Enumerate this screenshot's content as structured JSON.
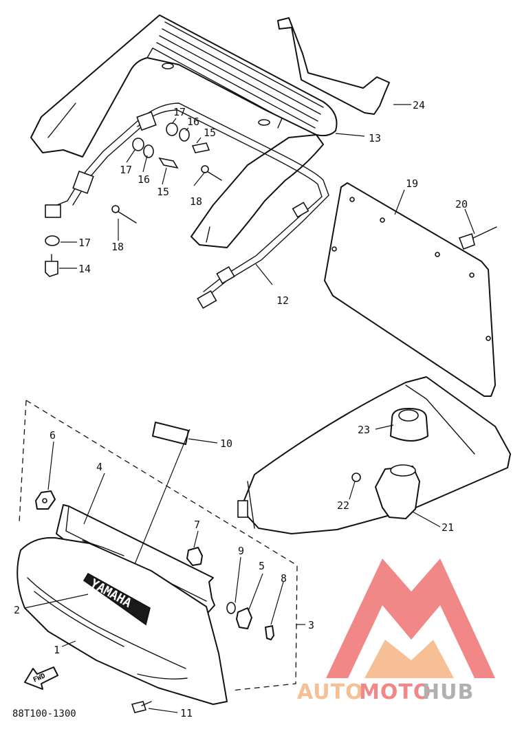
{
  "diagram_code": "88T100-1300",
  "fwd_label": "FWD",
  "emblem_text": "YAMAHA",
  "callouts": [
    {
      "id": "p1",
      "label": "1"
    },
    {
      "id": "p2",
      "label": "2"
    },
    {
      "id": "p3",
      "label": "3"
    },
    {
      "id": "p4",
      "label": "4"
    },
    {
      "id": "p5",
      "label": "5"
    },
    {
      "id": "p6",
      "label": "6"
    },
    {
      "id": "p7",
      "label": "7"
    },
    {
      "id": "p8",
      "label": "8"
    },
    {
      "id": "p9",
      "label": "9"
    },
    {
      "id": "p10",
      "label": "10"
    },
    {
      "id": "p11",
      "label": "11"
    },
    {
      "id": "p12",
      "label": "12"
    },
    {
      "id": "p13",
      "label": "13"
    },
    {
      "id": "p14",
      "label": "14"
    },
    {
      "id": "p15a",
      "label": "15"
    },
    {
      "id": "p15b",
      "label": "15"
    },
    {
      "id": "p16a",
      "label": "16"
    },
    {
      "id": "p16b",
      "label": "16"
    },
    {
      "id": "p17a",
      "label": "17"
    },
    {
      "id": "p17b",
      "label": "17"
    },
    {
      "id": "p17c",
      "label": "17"
    },
    {
      "id": "p18a",
      "label": "18"
    },
    {
      "id": "p18b",
      "label": "18"
    },
    {
      "id": "p19",
      "label": "19"
    },
    {
      "id": "p20",
      "label": "20"
    },
    {
      "id": "p21",
      "label": "21"
    },
    {
      "id": "p22",
      "label": "22"
    },
    {
      "id": "p23",
      "label": "23"
    },
    {
      "id": "p24",
      "label": "24"
    }
  ],
  "watermark": {
    "word_1": "AUTO",
    "word_2": "MOTO",
    "word_3": "HUB",
    "color_light": "#f6b98a",
    "color_red": "#f07b7b",
    "color_dark": "#a8a8a8"
  }
}
